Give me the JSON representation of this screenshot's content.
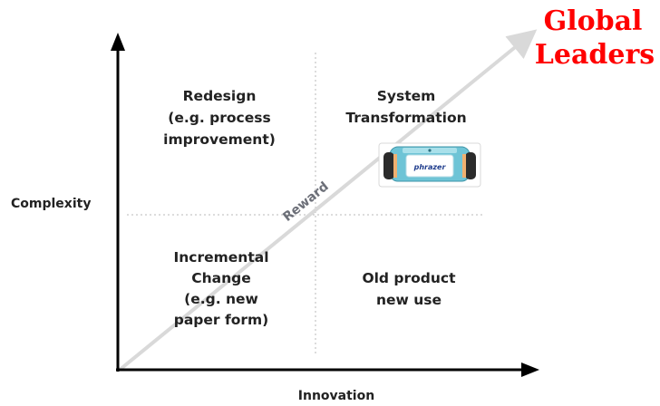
{
  "title": {
    "line1": "Global",
    "line2": "Leaders",
    "color": "#ff0000"
  },
  "axes": {
    "y_label": "Complexity",
    "x_label": "Innovation"
  },
  "arrow_label": "Reward",
  "quadrants": {
    "top_left": [
      "Redesign",
      "(e.g. process",
      "improvement)"
    ],
    "top_right": [
      "System",
      "Transformation"
    ],
    "bottom_left": [
      "Incremental",
      "Change",
      "(e.g. new",
      "paper form)"
    ],
    "bottom_right": [
      "Old product",
      "new use"
    ]
  },
  "device": {
    "icon": "phrazer-device-icon",
    "brand": "phrazer",
    "body_color": "#6ec4d6",
    "grip_color": "#2b2b2b"
  },
  "colors": {
    "axis": "#000000",
    "divider": "#b9b9b9",
    "reward_arrow": "#d9d9d9",
    "text": "#222222"
  }
}
